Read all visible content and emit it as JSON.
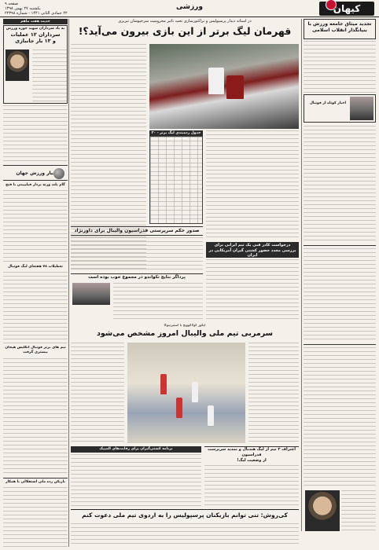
{
  "masthead": {
    "logo_text": "کیهان",
    "section": "ورزشی",
    "page_no": "صفحه ۹",
    "date_fa": "یکشنبه ۲۷ بهمن ۱۳۹۸",
    "date_hijri_issue": "۲۲ جمادی الثانی ۱۴۴۱ - شماره ۲۲۳۹۸"
  },
  "headline_main": {
    "kicker": "در آستانه دیدار پرسپولیس و تراکتورسازی تحت تاثیر محرومیت سرخپوشان تبریزی",
    "title": "قهرمان لیگ برتر از این بازی بیرون می‌آید؟!"
  },
  "right_top": {
    "title": "تجدید میثاق جامعه ورزش با بنیانگذار انقلاب اسلامی"
  },
  "right_ad_box": {
    "title": "اخبار کوتاه از فوتبال"
  },
  "left_top": {
    "header": "حدیث هفت ماهم",
    "title": "به یاد سرداران شهید حوزه ورزش",
    "subtitle1": "سرداران ۱۲ عملیات",
    "subtitle2": "و ۱۳ بار جانبازی"
  },
  "left_world": {
    "header": "اخبار ورزش جهان",
    "item1_title": "گام بلند وزنه بردار فیلیپینی با فتح دنیای لندن",
    "item2_title": "تعطیلات ۷۸ هفته‌ای لیگ فوتبال ایتالیا"
  },
  "middle": {
    "article1_title": "درخواست کادر فنی یک تیم ایرانی برای بررسی مجدد حضور کشتی گیران آمریکایی در ایران",
    "article2_title": "صدور حکم سرپرستی فدراسیون والیبال برای داورنژاد",
    "article3_title": "پرداگر نتایج تکواندو در مجموع خوب بوده است"
  },
  "volley_feature": {
    "kicker": "ایگور کولاکوویچ با استیرنیوگا",
    "title": "سرمربی تیم ملی والیبال امروز مشخص می‌شود"
  },
  "lower": {
    "card1_title": "اعتراف ۳ تیم از لیگ هندبال و تمدید سرپرست فدراسیون",
    "card1_subtitle": "از وضعیت لیگ!",
    "card2_title": "برنامه کشتی‌گیران برای رقابت‌های المپیک",
    "left_title1": "تیم های برتر فوتبال انگلیس هیجان بیشتری گرفت",
    "left_title2": "بازیکن رده ملی استقلالی با همکار"
  },
  "bottom_headline": {
    "title": "کی‌روش: تنی‌ توانم بازیکنان پرسپولیس را به اردوی تیم ملی دعوت کنم"
  },
  "table": {
    "header": "جدول رده‌بندی لیگ برتر - ۲۰ هفته فوتبال"
  },
  "colors": {
    "accent_red": "#c8102e",
    "dark": "#2b2b2b"
  }
}
